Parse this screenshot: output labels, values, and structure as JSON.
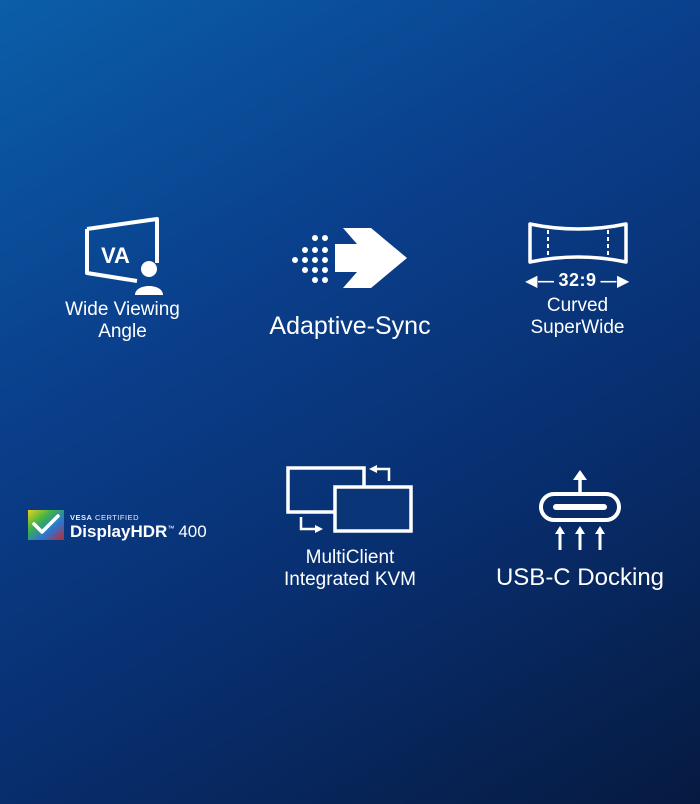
{
  "features": {
    "wide_viewing_angle": {
      "badge": "VA",
      "label_line1": "Wide Viewing",
      "label_line2": "Angle"
    },
    "adaptive_sync": {
      "label": "Adaptive-Sync"
    },
    "curved_superwide": {
      "ratio": "32:9",
      "label_line1": "Curved",
      "label_line2": "SuperWide"
    },
    "display_hdr": {
      "cert_prefix": "VESA",
      "cert_suffix": "CERTIFIED",
      "brand": "DisplayHDR",
      "tm": "™",
      "level": "400"
    },
    "multiclient_kvm": {
      "label_line1": "MultiClient",
      "label_line2": "Integrated KVM"
    },
    "usb_c_docking": {
      "label": "USB-C Docking"
    }
  },
  "colors": {
    "icon": "#ffffff",
    "background_top": "#0b5ea8",
    "background_bottom": "#061a40"
  },
  "icons": [
    "va-monitor-icon",
    "adaptive-sync-arrow-icon",
    "curved-screen-icon",
    "displayhdr-logo-icon",
    "kvm-dual-screen-icon",
    "usb-c-port-icon"
  ]
}
